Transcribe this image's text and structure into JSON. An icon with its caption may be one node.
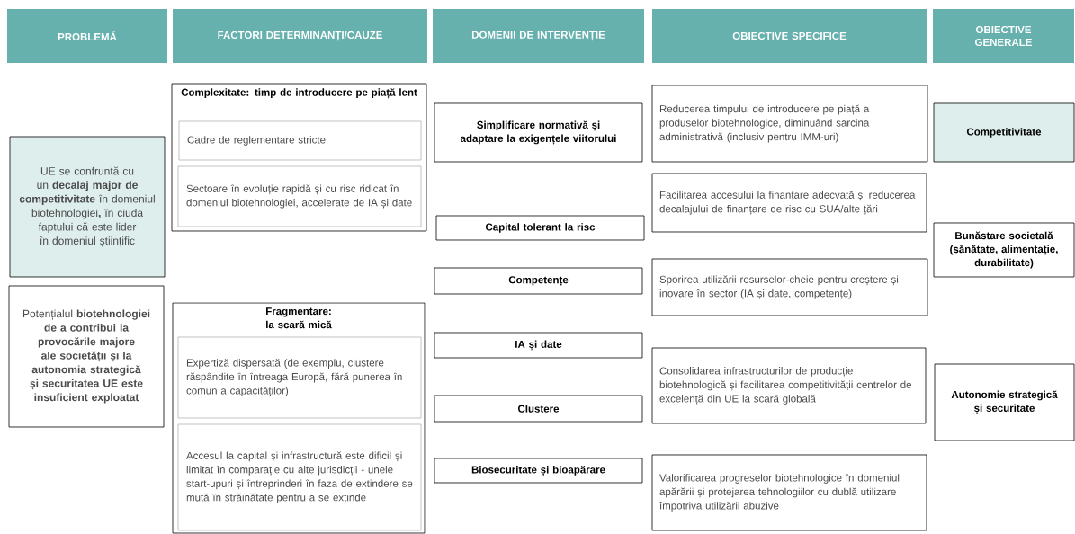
{
  "diagram": {
    "nodes": [
      {
        "text": [
          "PROBLEMĂ"
        ]
      },
      {
        "text": [
          "FACTORI DETERMINANȚI/CAUZE"
        ]
      },
      {
        "text": [
          "DOMENII DE INTERVENȚIE"
        ]
      },
      {
        "text": [
          "OBIECTIVE SPECIFICE"
        ]
      },
      {
        "text": [
          "OBIECTIVE GENERALE"
        ]
      },
      {
        "text": [
          "UE se confruntă cu un **decalaj major de competitivitate** în domeniul biotehnologiei**,** în ciuda faptului că este lider în domeniul științific"
        ]
      },
      {
        "text": [
          "Potențialul **biotehnologiei de a contribui la provocările majore ale societății și la autonomia strategică și securitatea UE este insuficient exploatat**"
        ]
      },
      {
        "text": [
          "Complexitate: timp de introducere pe piață lent"
        ]
      },
      {
        "text": [
          "Cadre de reglementare stricte"
        ],
        "in": 7
      },
      {
        "text": [
          "Sectoare în evoluție rapidă și cu risc ridicat în domeniul biotehnologiei, accelerate de IA și date"
        ],
        "in": 7
      },
      {
        "text": [
          "Fragmentare: la scară mică"
        ]
      },
      {
        "text": [
          "Expertiză dispersată (de exemplu, clustere răspândite în întreaga Europă, fără punerea în comun a capacităților)"
        ],
        "in": 10
      },
      {
        "text": [
          "Accesul la capital și infrastructură este dificil și limitat în comparație cu alte jurisdicții - unele start-upuri și întreprinderi în faza de extindere se mută în străinătate pentru a se extinde"
        ],
        "in": 10
      },
      {
        "text": [
          "Simplificare normativă și adaptare la exigențele viitorului"
        ]
      },
      {
        "text": [
          "Capital tolerant la risc"
        ]
      },
      {
        "text": [
          "Competențe"
        ]
      },
      {
        "text": [
          "IA și date"
        ]
      },
      {
        "text": [
          "Clustere"
        ]
      },
      {
        "text": [
          "Biosecuritate și bioapărare"
        ]
      },
      {
        "text": [
          "Reducerea timpului de introducere pe piață a produselor biotehnologice, diminuând sarcina administrativă (inclusiv pentru IMM-uri)"
        ]
      },
      {
        "text": [
          "Facilitarea accesului la finanțare adecvată și reducerea decalajului de finanțare de risc cu SUA/alte țări"
        ]
      },
      {
        "text": [
          "Sporirea utilizării resurselor-cheie pentru creștere și inovare în sector (IA și date, competențe)"
        ]
      },
      {
        "text": [
          "Consolidarea infrastructurilor de producție biotehnologică și facilitarea competitivității centrelor de excelență din UE la scară globală"
        ]
      },
      {
        "text": [
          "Valorificarea progreselor biotehnologice în domeniul apărării și protejarea tehnologiilor cu dublă utilizare împotriva utilizării abuzive"
        ]
      },
      {
        "text": [
          "Competitivitate"
        ]
      },
      {
        "text": [
          "Bunăstare societală (sănătate, alimentație, durabilitate)"
        ]
      },
      {
        "text": [
          "Autonomie strategică și securitate"
        ]
      }
    ]
  }
}
